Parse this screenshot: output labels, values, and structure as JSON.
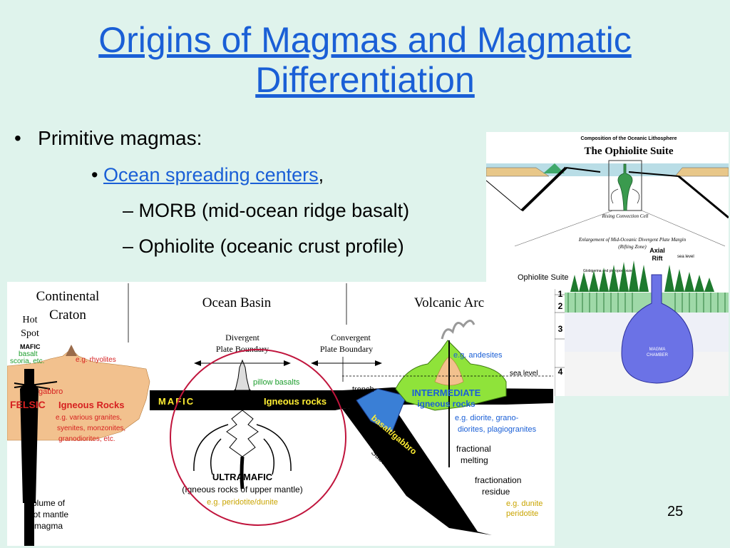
{
  "slide": {
    "title_line1": "Origins of Magmas and Magmatic",
    "title_line2": "Differentiation",
    "bullet1": "Primitive magmas:",
    "bullet2_link": "Ocean spreading centers",
    "bullet2_suffix": ",",
    "bullet3": "MORB (mid-ocean ridge basalt)",
    "bullet4": "Ophiolite (oceanic crust profile)",
    "page_number": "25",
    "colors": {
      "title": "#1a5fd6",
      "background": "#dff3ec",
      "highlight_circle": "#c0143c"
    }
  },
  "ophiolite_figure": {
    "header_small": "Composition of the Oceanic Lithosphere",
    "header_big": "The Ophiolite Suite",
    "rising_cell": "Rising Convection Cell",
    "enlargement": "Enlargement of Mid-Oceanic Divergent Plate Margin",
    "rifting": "(Rifting Zone)",
    "axial": "Axial",
    "rift": "Rift",
    "sea_level": "sea level",
    "suite_label": "Ophiolite Suite",
    "sediments": "Globigerina and pteropod oozes",
    "layers": [
      "1",
      "2",
      "3",
      "4"
    ],
    "magma1": "MAGMA",
    "magma2": "CHAMBER"
  },
  "tectonic_figure": {
    "continental": "Continental",
    "craton": "Craton",
    "hot": "Hot",
    "spot": "Spot",
    "mafic_small": "MAFIC",
    "basalt": "basalt",
    "scoria": "scoria, etc.",
    "rhyolites": "e.g. rhyolites",
    "gabbro": "gabbro",
    "felsic": "FELSIC",
    "igneous_rocks": "Igneous Rocks",
    "granites1": "e.g. various granites,",
    "granites2": "syenites, monzonites,",
    "granites3": "granodiorites, etc.",
    "plume1": "plume of",
    "plume2": "hot mantle",
    "plume3": "magma",
    "ocean_basin": "Ocean Basin",
    "divergent1": "Divergent",
    "divergent2": "Plate Boundary",
    "convergent1": "Convergent",
    "convergent2": "Plate Boundary",
    "pillow": "pillow basalts",
    "mafic_band": "MAFIC",
    "igneous_rocks_band": "Igneous rocks",
    "ultramafic": "ULTRAMAFIC",
    "upper_mantle": "(Igneous rocks of upper mantle)",
    "peridotite": "e.g. peridotite/dunite",
    "volcanic_arc": "Volcanic Arc",
    "andesites": "e.g. andesites",
    "sea_level": "sea level",
    "trench": "trench",
    "intermediate": "INTERMEDIATE",
    "igneous_lower": "igneous rocks",
    "diorite1": "e.g. diorite, grano-",
    "diorite2": "diorites, plagiogranites",
    "basalt_gabbro": "basalt/gabbro",
    "fractional1": "fractional",
    "fractional2": "melting",
    "subduction": "Subduction Zone",
    "fractionation1": "fractionation",
    "fractionation2": "residue",
    "dunite1": "e.g. dunite",
    "dunite2": "peridotite"
  }
}
